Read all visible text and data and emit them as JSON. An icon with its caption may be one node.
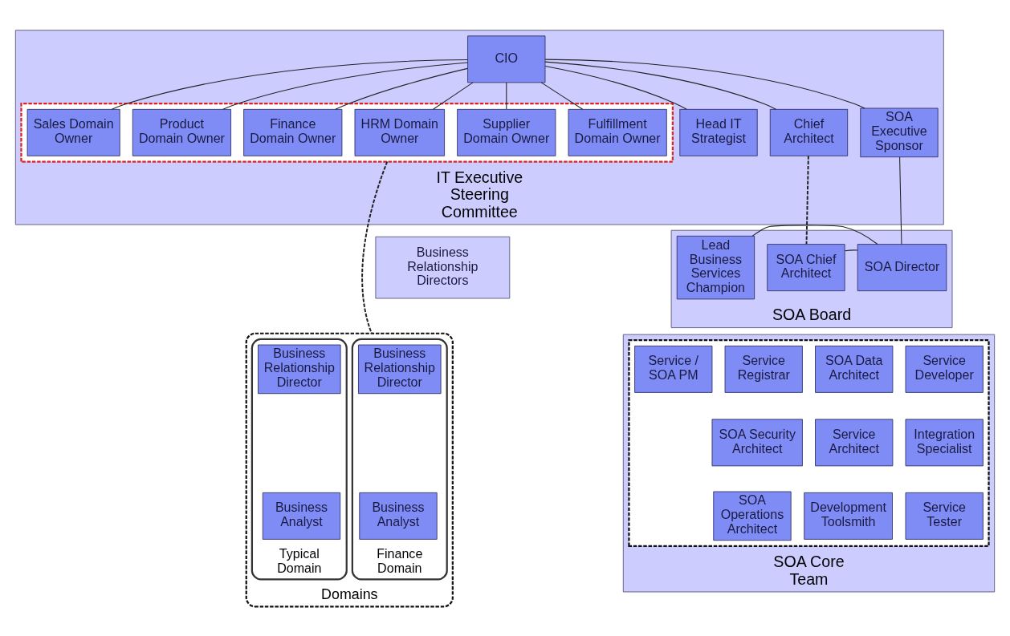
{
  "diagram": {
    "nodes": [
      {
        "text": [
          "IT Executive Steering Committee"
        ]
      },
      {
        "text": [
          "CIO"
        ],
        "in": 0
      },
      {
        "text": [],
        "shape": "box",
        "in": 0
      },
      {
        "text": [
          "HRM Domain Owner"
        ],
        "in": 2
      },
      {
        "text": [
          "Supplier Domain Owner"
        ],
        "in": 2
      },
      {
        "text": [
          "Fulfillment Domain Owner"
        ],
        "in": 2
      },
      {
        "text": [
          "Sales Domain Owner"
        ],
        "in": 2
      },
      {
        "text": [
          "Product Domain Owner"
        ],
        "in": 2
      },
      {
        "text": [
          "Finance Domain Owner"
        ],
        "in": 2
      },
      {
        "text": [
          "Head IT Strategist"
        ],
        "in": 0
      },
      {
        "text": [
          "Chief Architect"
        ],
        "in": 0
      },
      {
        "text": [
          "SOA Executive Sponsor"
        ],
        "in": 0
      },
      {
        "text": [
          "Business Relationship Directors"
        ]
      },
      {
        "text": [
          "SOA Board"
        ]
      },
      {
        "text": [
          "SOA Director"
        ],
        "in": 13
      },
      {
        "text": [
          "Lead Business Services Champion"
        ],
        "in": 13
      },
      {
        "text": [
          "SOA Chief Architect"
        ],
        "in": 13
      },
      {
        "text": [
          "SOA Core Team"
        ]
      },
      {
        "text": [
          "Domains"
        ]
      },
      {
        "text": [
          "Finance Domain"
        ],
        "in": 18
      },
      {
        "text": [
          "Business Relationship Director"
        ],
        "in": 19
      },
      {
        "text": [
          "Business Analyst"
        ],
        "in": 19
      },
      {
        "text": [
          "Typical Domain"
        ],
        "in": 18
      },
      {
        "text": [
          "Business Relationship Director"
        ],
        "in": 22
      },
      {
        "text": [
          "Business Analyst"
        ],
        "in": 22
      },
      {
        "text": [],
        "shape": "box",
        "in": 17
      },
      {
        "text": [
          "Service / SOA PM"
        ],
        "in": 25
      },
      {
        "text": [
          "Service Registrar"
        ],
        "in": 25
      },
      {
        "text": [
          "SOA Data Architect"
        ],
        "in": 25
      },
      {
        "text": [
          "Service Developer"
        ],
        "in": 25
      },
      {
        "text": [
          "SOA Security Architect"
        ],
        "in": 25
      },
      {
        "text": [
          "Service Architect"
        ],
        "in": 25
      },
      {
        "text": [
          "Integration Specialist"
        ],
        "in": 25
      },
      {
        "text": [
          "SOA Operations Architect"
        ],
        "in": 25
      },
      {
        "text": [
          "Development Toolsmith"
        ],
        "in": 25
      },
      {
        "text": [
          "Service Tester"
        ],
        "in": 25
      }
    ],
    "edges": [
      {
        "from": 1,
        "to": 3,
        "arrow": "none"
      },
      {
        "from": 1,
        "to": 4,
        "arrow": "none"
      },
      {
        "from": 1,
        "to": 5,
        "arrow": "none"
      },
      {
        "from": 1,
        "to": 6,
        "arrow": "none"
      },
      {
        "from": 1,
        "to": 7,
        "arrow": "none"
      },
      {
        "from": 1,
        "to": 8,
        "arrow": "none"
      },
      {
        "from": 1,
        "to": 9,
        "arrow": "none"
      },
      {
        "from": 1,
        "to": 10,
        "arrow": "none"
      },
      {
        "from": 1,
        "to": 11,
        "arrow": "none"
      },
      {
        "from": 2,
        "to": 18,
        "arrow": "none",
        "style": "dashed"
      },
      {
        "from": 10,
        "to": 16,
        "arrow": "none",
        "style": "dashed"
      },
      {
        "from": 11,
        "to": 14,
        "arrow": "none"
      },
      {
        "from": 14,
        "to": 15,
        "arrow": "none"
      },
      {
        "from": 14,
        "to": 16,
        "arrow": "none"
      }
    ]
  }
}
